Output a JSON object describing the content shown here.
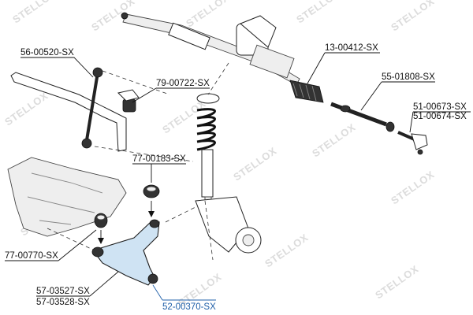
{
  "watermark": {
    "brand_text": "STELLOX"
  },
  "labels": [
    {
      "code": "56-00520-SX",
      "highlight": false
    },
    {
      "code": "79-00722-SX",
      "highlight": false
    },
    {
      "code": "13-00412-SX",
      "highlight": false
    },
    {
      "code": "55-01808-SX",
      "highlight": false
    },
    {
      "code": "51-00673-SX",
      "highlight": false
    },
    {
      "code": "51-00674-SX",
      "highlight": false
    },
    {
      "code": "77-00183-SX",
      "highlight": false
    },
    {
      "code": "77-00770-SX",
      "highlight": false
    },
    {
      "code": "57-03527-SX",
      "highlight": false
    },
    {
      "code": "57-03528-SX",
      "highlight": false
    },
    {
      "code": "52-00370-SX",
      "highlight": true
    }
  ],
  "colors": {
    "highlight_part": "#cfe3f3",
    "highlight_label": "#1f5fa8",
    "watermark": "#dcdcdc"
  }
}
